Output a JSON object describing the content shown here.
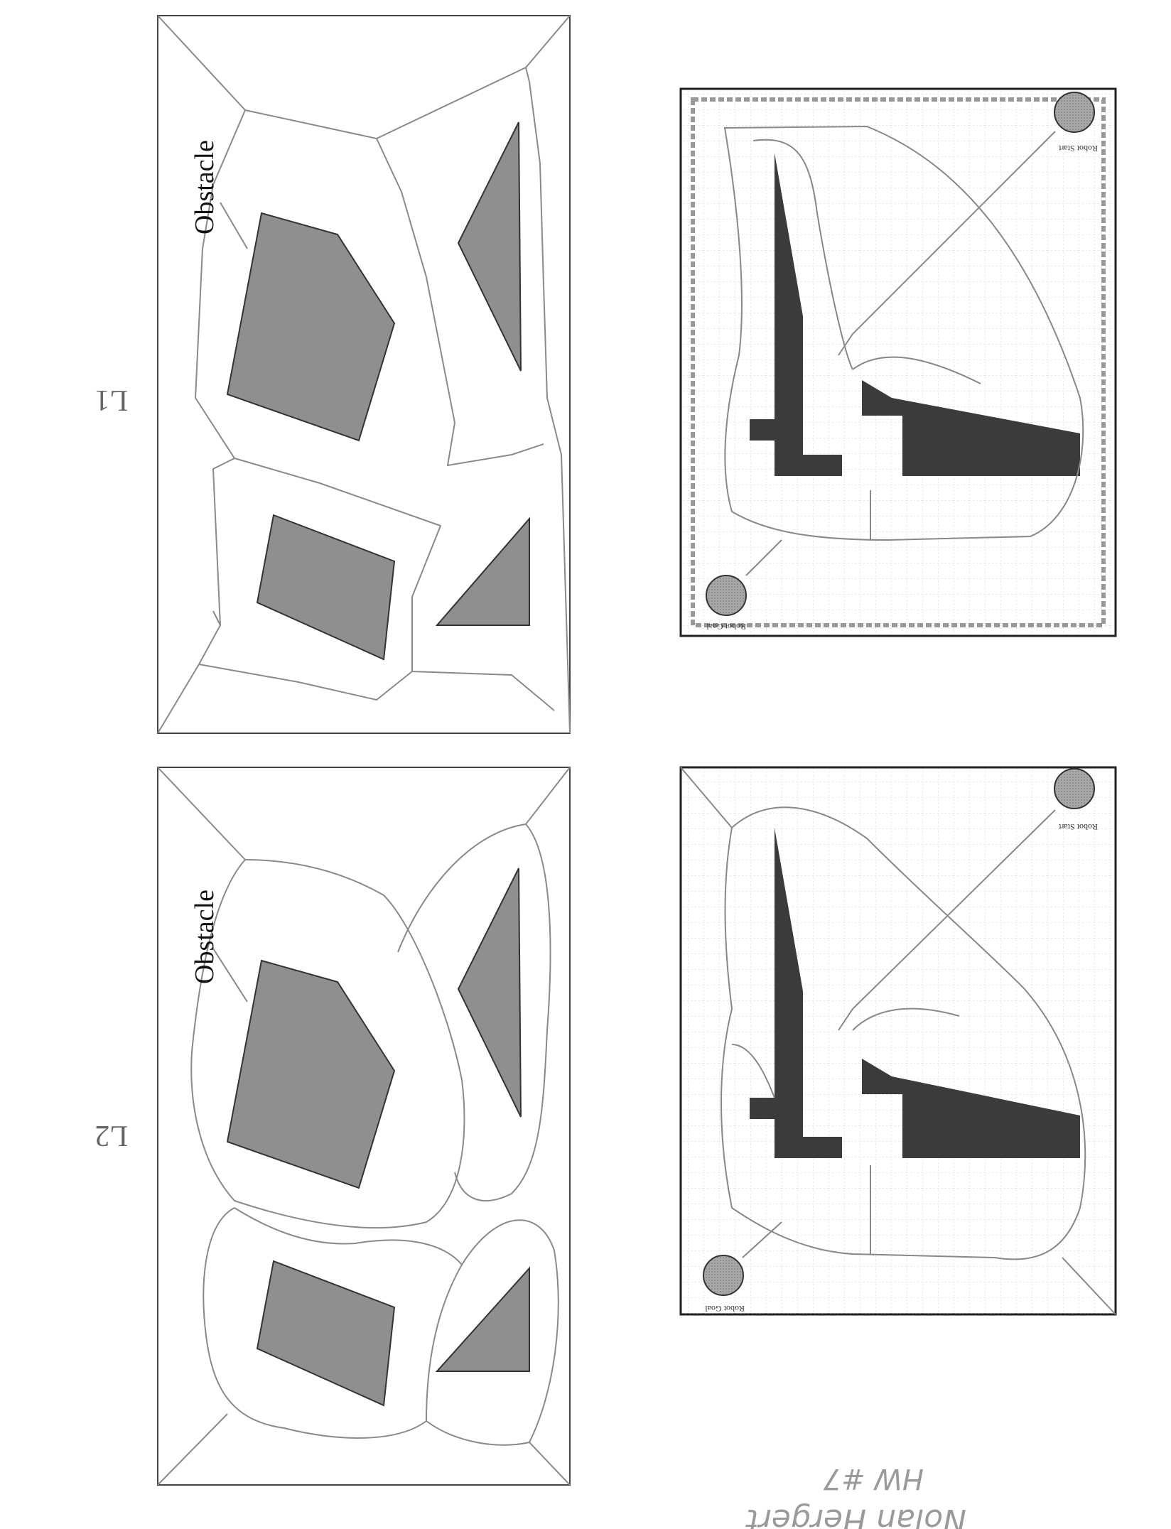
{
  "page": {
    "panel_l1_label": "L1",
    "panel_l2_label": "L2",
    "obstacle_label_l1": "Obstacle",
    "obstacle_label_l2": "Obstacle",
    "robot_start_label": "Robot Start",
    "robot_goal_label": "Robot Goal",
    "author_name": "Nolan Hergert",
    "assignment": "HW #7"
  },
  "colors": {
    "obstacle_fill": "#8f8f8f",
    "obstacle_dark": "#3b3b3b",
    "grid": "#cfcfcf",
    "line": "#8a8a8a",
    "robot_fill": "#a8a8a8"
  }
}
